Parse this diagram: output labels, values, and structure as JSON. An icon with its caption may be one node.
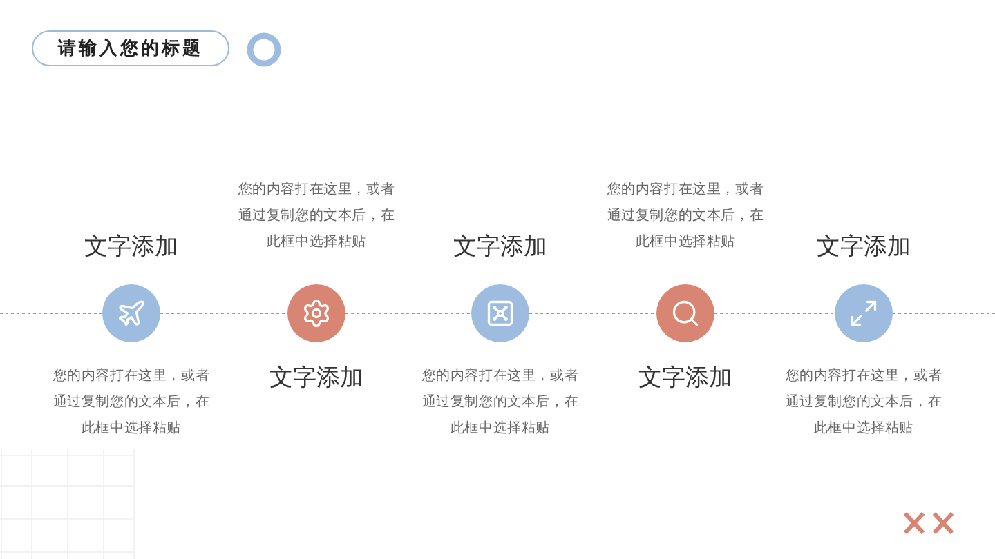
{
  "diagram": {
    "title": "请输入您的标题",
    "nodes": [
      {
        "text": [],
        "shape": "circle",
        "beside": [
          "文字添加",
          "您的内容打在这里，或者通过复制您的文本后，在此框中选择粘贴"
        ]
      },
      {
        "text": [],
        "shape": "circle",
        "beside": [
          "文字添加",
          "您的内容打在这里，或者通过复制您的文本后，在此框中选择粘贴"
        ]
      },
      {
        "text": [],
        "shape": "circle",
        "beside": [
          "文字添加",
          "您的内容打在这里，或者通过复制您的文本后，在此框中选择粘贴"
        ]
      },
      {
        "text": [],
        "shape": "circle",
        "beside": [
          "文字添加",
          "您的内容打在这里，或者通过复制您的文本后，在此框中选择粘贴"
        ]
      },
      {
        "text": [],
        "shape": "circle",
        "beside": [
          "文字添加",
          "您的内容打在这里，或者通过复制您的文本后，在此框中选择粘贴"
        ]
      }
    ],
    "edges": [
      {
        "from": null,
        "to": 0,
        "arrow": "none",
        "style": "dashed"
      },
      {
        "from": 0,
        "to": 1,
        "arrow": "none",
        "style": "dashed"
      },
      {
        "from": 1,
        "to": 2,
        "arrow": "none",
        "style": "dashed"
      },
      {
        "from": 2,
        "to": 3,
        "arrow": "none",
        "style": "dashed"
      },
      {
        "from": 3,
        "to": 4,
        "arrow": "none",
        "style": "dashed"
      },
      {
        "from": 4,
        "to": null,
        "arrow": "none",
        "style": "dashed"
      }
    ]
  }
}
